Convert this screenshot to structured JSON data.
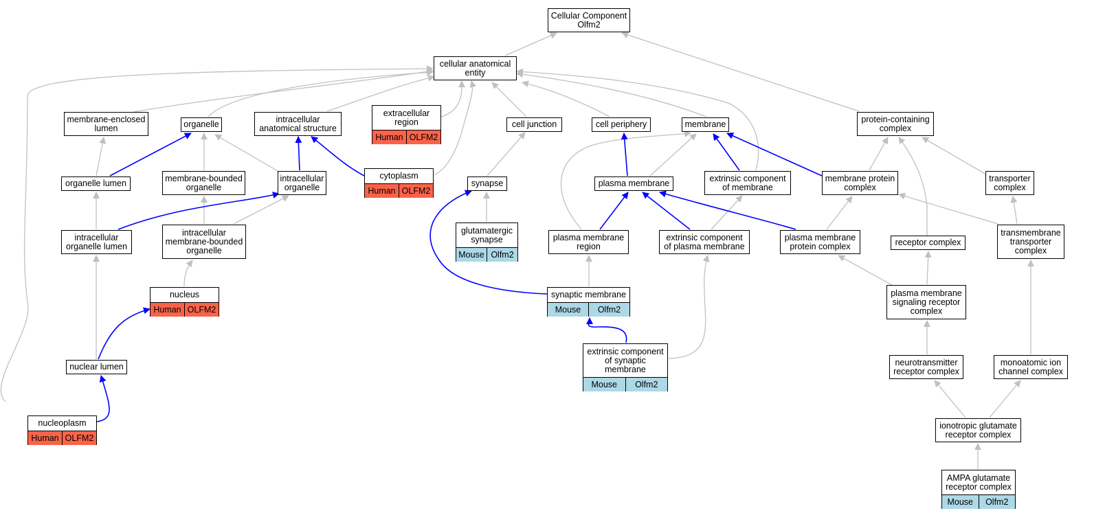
{
  "colors": {
    "is_a_edge": "#c0c0c0",
    "part_of_edge": "#0000ff",
    "human": "#fa6349",
    "mouse": "#add8e6"
  },
  "nodes": {
    "root": {
      "label": "Cellular Component\nOlfm2"
    },
    "cae": {
      "label": "cellular anatomical\nentity"
    },
    "mel": {
      "label": "membrane-enclosed\nlumen"
    },
    "org": {
      "label": "organelle"
    },
    "ias": {
      "label": "intracellular\nanatomical structure"
    },
    "ecr": {
      "label": "extracellular\nregion",
      "tags": [
        "Human",
        "OLFM2"
      ]
    },
    "cj": {
      "label": "cell junction"
    },
    "cp": {
      "label": "cell periphery"
    },
    "mem": {
      "label": "membrane"
    },
    "pcc": {
      "label": "protein-containing\ncomplex"
    },
    "ol": {
      "label": "organelle lumen"
    },
    "mbo": {
      "label": "membrane-bounded\norganelle"
    },
    "io": {
      "label": "intracellular\norganelle"
    },
    "cyto": {
      "label": "cytoplasm",
      "tags": [
        "Human",
        "OLFM2"
      ]
    },
    "syn": {
      "label": "synapse"
    },
    "pm": {
      "label": "plasma membrane"
    },
    "ecm": {
      "label": "extrinsic component\nof membrane"
    },
    "mpc": {
      "label": "membrane protein\ncomplex"
    },
    "tc": {
      "label": "transporter\ncomplex"
    },
    "iol": {
      "label": "intracellular\norganelle lumen"
    },
    "imbo": {
      "label": "intracellular\nmembrane-bounded\norganelle"
    },
    "gs": {
      "label": "glutamatergic\nsynapse",
      "tags": [
        "Mouse",
        "Olfm2"
      ]
    },
    "pmr": {
      "label": "plasma membrane\nregion"
    },
    "ecpm": {
      "label": "extrinsic component\nof plasma membrane"
    },
    "pmpc": {
      "label": "plasma membrane\nprotein complex"
    },
    "rc": {
      "label": "receptor complex"
    },
    "tmtc": {
      "label": "transmembrane\ntransporter\ncomplex"
    },
    "nuc": {
      "label": "nucleus",
      "tags": [
        "Human",
        "OLFM2"
      ]
    },
    "sm": {
      "label": "synaptic membrane",
      "tags": [
        "Mouse",
        "Olfm2"
      ]
    },
    "pmsrc": {
      "label": "plasma membrane\nsignaling receptor\ncomplex"
    },
    "nl": {
      "label": "nuclear lumen"
    },
    "ecsm": {
      "label": "extrinsic component\nof synaptic\nmembrane",
      "tags": [
        "Mouse",
        "Olfm2"
      ]
    },
    "nrc": {
      "label": "neurotransmitter\nreceptor complex"
    },
    "micc": {
      "label": "monoatomic ion\nchannel complex"
    },
    "np": {
      "label": "nucleoplasm",
      "tags": [
        "Human",
        "OLFM2"
      ]
    },
    "igrc": {
      "label": "ionotropic glutamate\nreceptor complex"
    },
    "ampa": {
      "label": "AMPA glutamate\nreceptor complex",
      "tags": [
        "Mouse",
        "Olfm2"
      ]
    }
  }
}
